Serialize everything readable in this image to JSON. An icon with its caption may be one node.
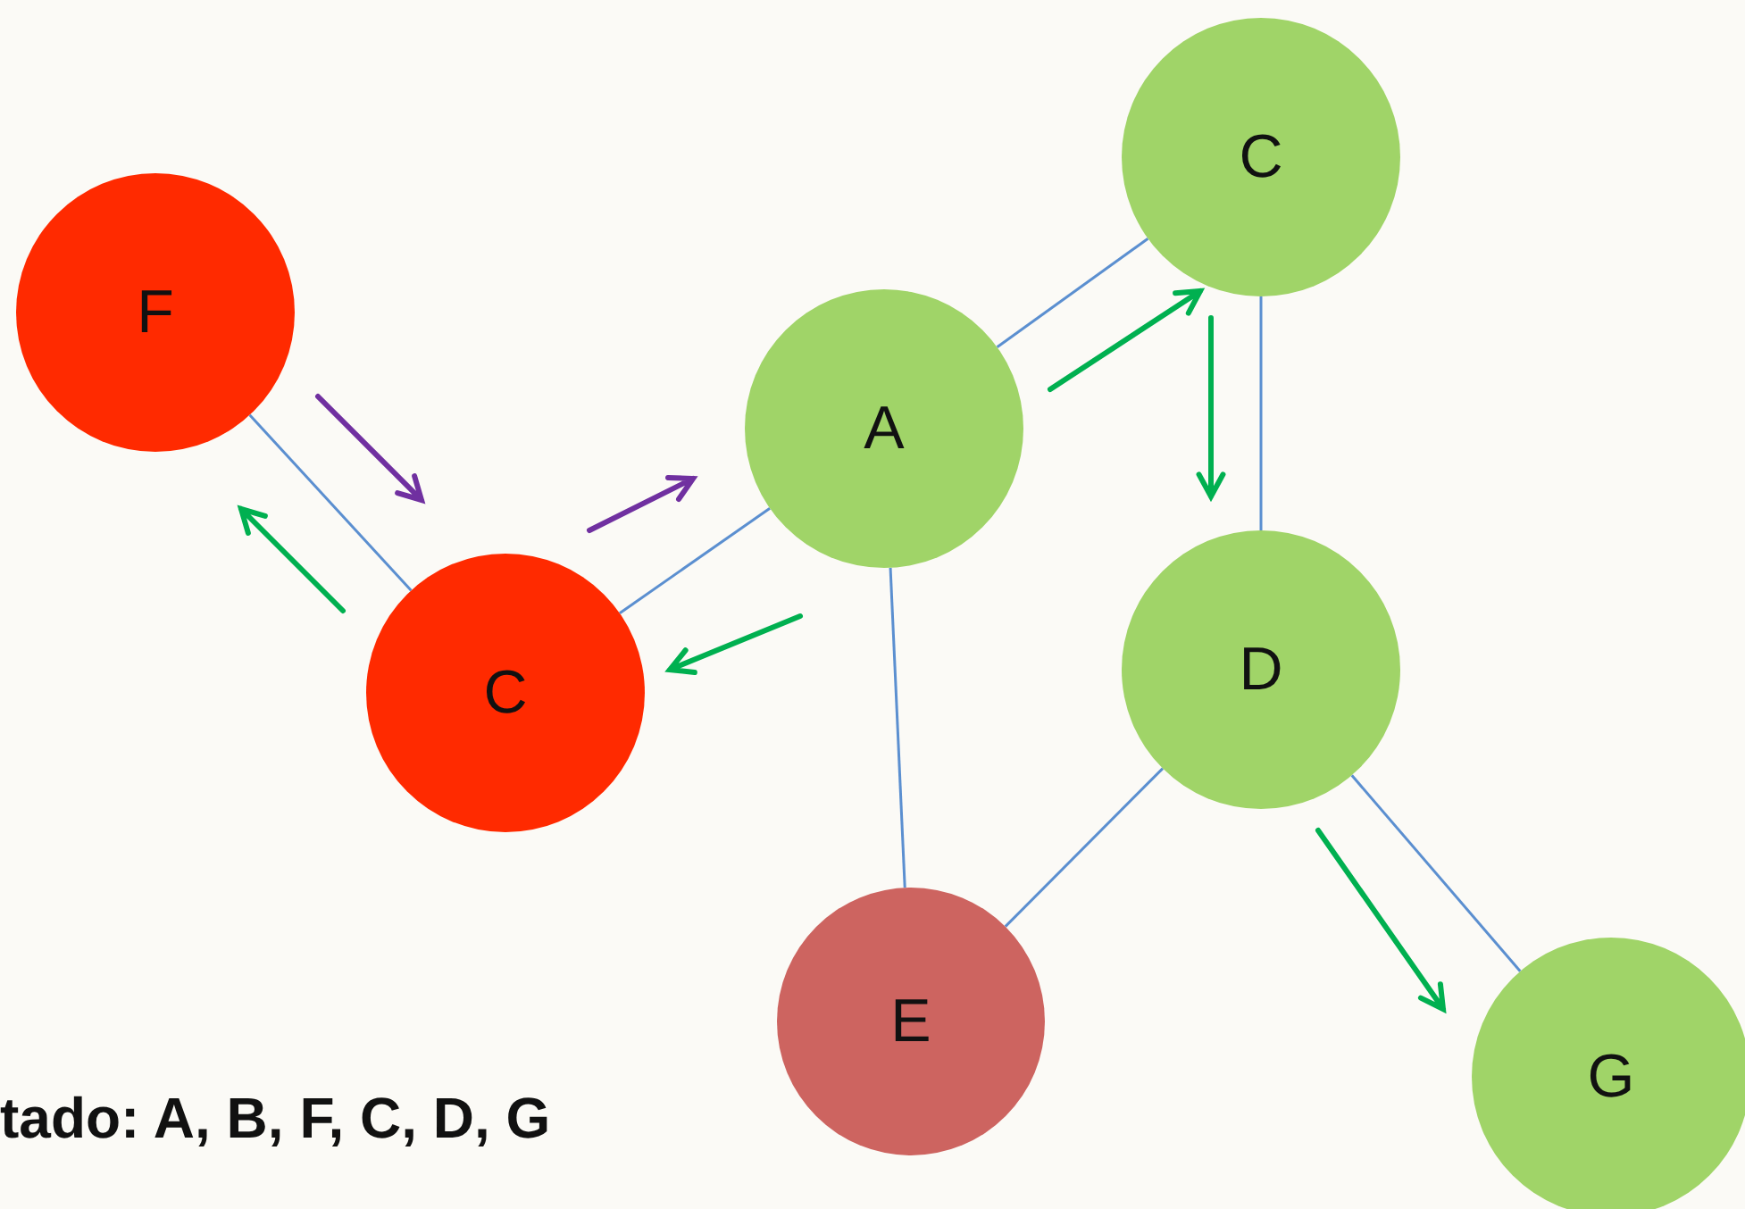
{
  "diagram": {
    "nodes": [
      {
        "text": [
          "F"
        ]
      },
      {
        "text": [
          "C"
        ]
      },
      {
        "text": [
          "A"
        ]
      },
      {
        "text": [
          "C"
        ]
      },
      {
        "text": [
          "D"
        ]
      },
      {
        "text": [
          "E"
        ]
      },
      {
        "text": [
          "G"
        ]
      }
    ],
    "edges": [
      {
        "from": 0,
        "to": 1,
        "arrow": "none"
      },
      {
        "from": 1,
        "to": 2,
        "arrow": "none"
      },
      {
        "from": 2,
        "to": 3,
        "arrow": "none"
      },
      {
        "from": 3,
        "to": 4,
        "arrow": "none"
      },
      {
        "from": 2,
        "to": 5,
        "arrow": "none"
      },
      {
        "from": 4,
        "to": 5,
        "arrow": "none"
      },
      {
        "from": 4,
        "to": 6,
        "arrow": "none"
      }
    ],
    "labels": [
      "tado: A, B, F, C, D, G"
    ]
  }
}
